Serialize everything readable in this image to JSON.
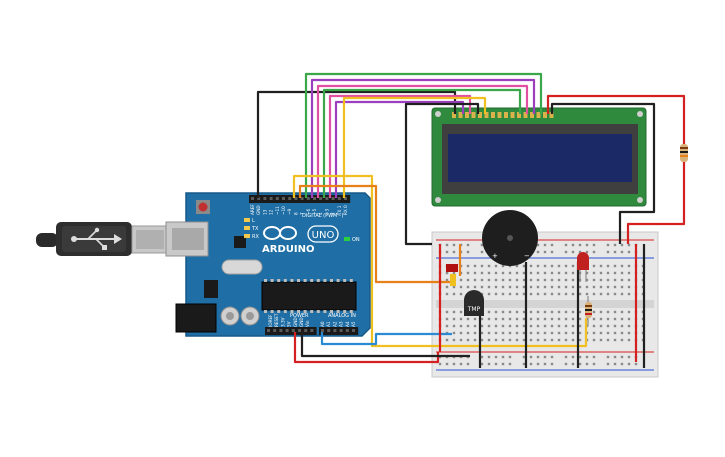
{
  "arduino": {
    "brand": "ARDUINO",
    "model": "UNO",
    "digital_label": "DIGITAL (PWM~)",
    "power_label": "POWER",
    "analog_label": "ANALOG IN",
    "on_label": "ON",
    "tx_label": "TX",
    "rx_label": "RX",
    "l_label": "L",
    "aref_label": "AREF",
    "gnd_label": "GND",
    "power_pins": [
      "IOREF",
      "RESET",
      "3.3V",
      "5V",
      "GND",
      "GND",
      "Vin"
    ],
    "analog_pins": [
      "A0",
      "A1",
      "A2",
      "A3",
      "A4",
      "A5"
    ],
    "digital_pins": [
      "13",
      "12",
      "~11",
      "~10",
      "~9",
      "8",
      "7",
      "~6",
      "~5",
      "4",
      "~3",
      "2",
      "TX 1",
      "RX 0"
    ]
  },
  "sensor": {
    "label": "TMP"
  },
  "breadboard": {
    "rails": [
      "+",
      "-"
    ]
  },
  "buzzer": {
    "plus": "+",
    "minus": "−"
  },
  "colors": {
    "board_blue": "#1f6fa6",
    "lcd_green": "#2f8a3e",
    "lcd_screen": "#1b2a66",
    "wire_red": "#d42020",
    "wire_black": "#202020",
    "wire_yellow": "#f0c020",
    "wire_orange": "#e8801a",
    "wire_blue": "#2a8ad4",
    "wire_green": "#3aa84a",
    "wire_purple": "#9b3fbf",
    "wire_pink": "#e04fa0",
    "led_red": "#c02020"
  }
}
